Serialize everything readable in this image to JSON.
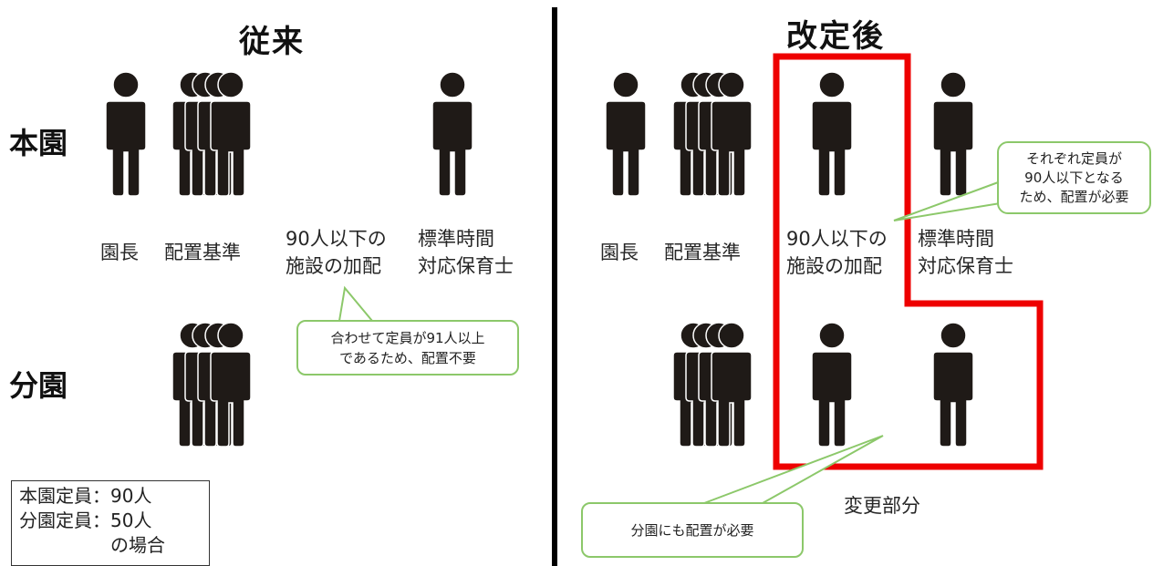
{
  "left": {
    "heading": "従来",
    "row_main": "本園",
    "row_branch": "分園",
    "labels": {
      "principal": "園長",
      "standard": "配置基準",
      "addition": [
        "90人以下の",
        "施設の加配"
      ],
      "standard_time": [
        "標準時間",
        "対応保育士"
      ]
    },
    "note": [
      "合わせて定員が91人以上",
      "であるため、配置不要"
    ],
    "legend": [
      "本園定員：90人",
      "分園定員：50人",
      "　　　　　の場合"
    ]
  },
  "right": {
    "heading": "改定後",
    "labels": {
      "principal": "園長",
      "standard": "配置基準",
      "addition": [
        "90人以下の",
        "施設の加配"
      ],
      "standard_time": [
        "標準時間",
        "対応保育士"
      ]
    },
    "note_top": [
      "それぞれ定員が",
      "90人以下となる",
      "ため、配置が必要"
    ],
    "note_bottom": "分園にも配置が必要",
    "changed_label": "変更部分"
  },
  "colors": {
    "figure": "#1f1a17",
    "highlight": "#ee0000",
    "note_border": "#8cc86a"
  },
  "icons": [
    "person-icon",
    "person-group-icon"
  ]
}
